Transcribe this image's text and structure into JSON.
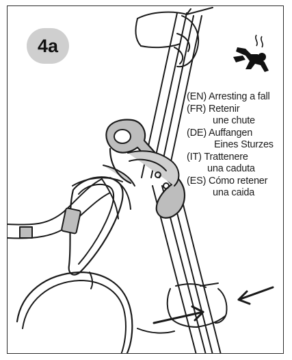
{
  "step_badge": "4a",
  "icons": {
    "fall": "falling-person-icon"
  },
  "captions": [
    {
      "lang": "(EN)",
      "line1": "Arresting a fall",
      "line2": ""
    },
    {
      "lang": "(FR)",
      "line1": "Retenir",
      "line2": "une chute"
    },
    {
      "lang": "(DE)",
      "line1": "Auffangen",
      "line2": "Eines Sturzes"
    },
    {
      "lang": "(IT)",
      "line1": "Trattenere",
      "line2": "una caduta"
    },
    {
      "lang": "(ES)",
      "line1": "Cómo retener",
      "line2": "una caida"
    }
  ],
  "colors": {
    "badge": "#cfcfcf",
    "device_shade": "#bdbdbd",
    "line": "#1a1a1a"
  }
}
